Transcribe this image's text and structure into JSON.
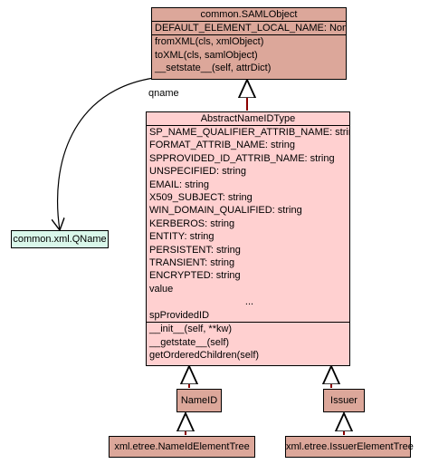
{
  "samlobject": {
    "title": "common.SAMLObject",
    "fill": "#dca79a",
    "attributes": [
      "DEFAULT_ELEMENT_LOCAL_NAME: None"
    ],
    "methods": [
      "fromXML(cls, xmlObject)",
      "toXML(cls, samlObject)",
      "__setstate__(self, attrDict)"
    ]
  },
  "abstract": {
    "title": "AbstractNameIDType",
    "fill": "#ffd0d0",
    "attributes": [
      "SP_NAME_QUALIFIER_ATTRIB_NAME: string",
      "FORMAT_ATTRIB_NAME: string",
      "SPPROVIDED_ID_ATTRIB_NAME: string",
      "UNSPECIFIED: string",
      "EMAIL: string",
      "X509_SUBJECT: string",
      "WIN_DOMAIN_QUALIFIED: string",
      "KERBEROS: string",
      "ENTITY: string",
      "PERSISTENT: string",
      "TRANSIENT: string",
      "ENCRYPTED: string",
      "value"
    ],
    "ellipsis": "...",
    "extra_attribute": "spProvidedID",
    "methods": [
      "__init__(self, **kw)",
      "__getstate__(self)",
      "getOrderedChildren(self)"
    ]
  },
  "qname": {
    "title": "common.xml.QName",
    "fill": "#d9f7ea"
  },
  "nameid": {
    "title": "NameID",
    "fill": "#dca79a"
  },
  "issuer": {
    "title": "Issuer",
    "fill": "#dca79a"
  },
  "nameid_tree": {
    "title": "xml.etree.NameIdElementTree",
    "fill": "#dca79a"
  },
  "issuer_tree": {
    "title": "xml.etree.IssuerElementTree",
    "fill": "#dca79a"
  },
  "edges": {
    "qname_label": "qname",
    "inheritance_color": "#8b0000"
  }
}
